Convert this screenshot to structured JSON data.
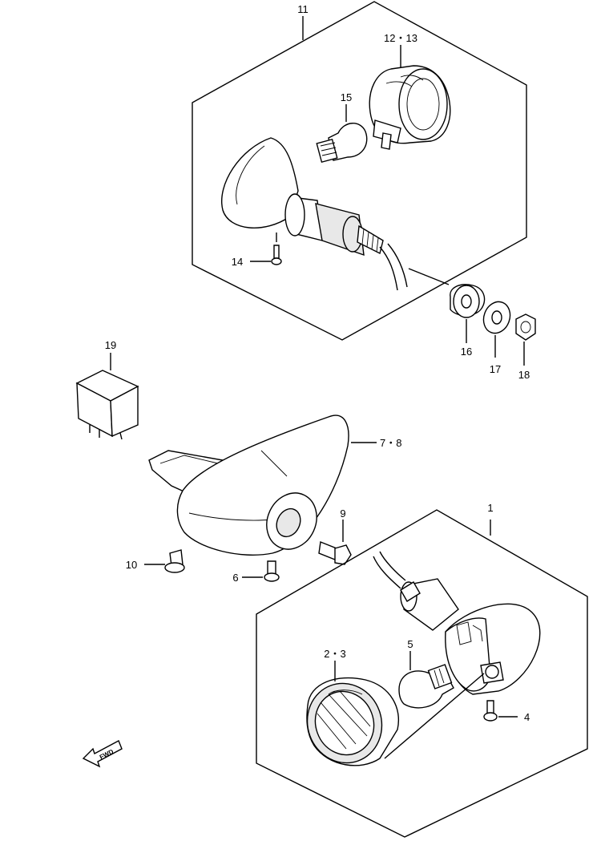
{
  "diagram": {
    "callouts": {
      "c1": "1",
      "c23": "2・3",
      "c4": "4",
      "c5": "5",
      "c6": "6",
      "c78": "7・8",
      "c9": "9",
      "c10": "10",
      "c11": "11",
      "c1213": "12・13",
      "c14": "14",
      "c15": "15",
      "c16": "16",
      "c17": "17",
      "c18": "18",
      "c19": "19"
    },
    "fwd_label": "FWD"
  }
}
